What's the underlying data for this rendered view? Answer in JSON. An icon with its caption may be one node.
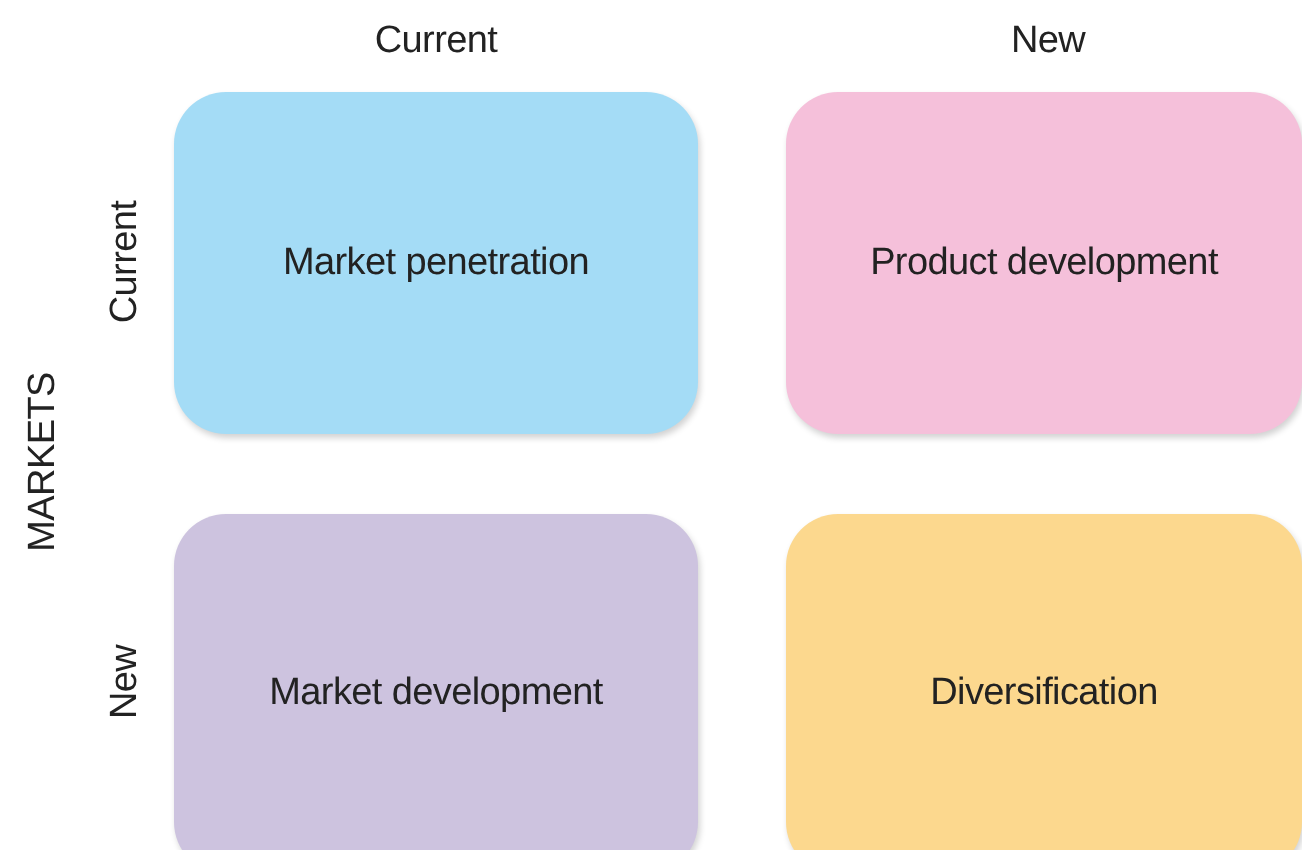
{
  "diagram": {
    "nodes": [
      {
        "text": [
          "Market penetration"
        ]
      },
      {
        "text": [
          "Product development"
        ]
      },
      {
        "text": [
          "Market development"
        ]
      },
      {
        "text": [
          "Diversification"
        ]
      }
    ],
    "labels": [
      "Current",
      "New",
      "Current",
      "New",
      "MARKETS"
    ]
  }
}
